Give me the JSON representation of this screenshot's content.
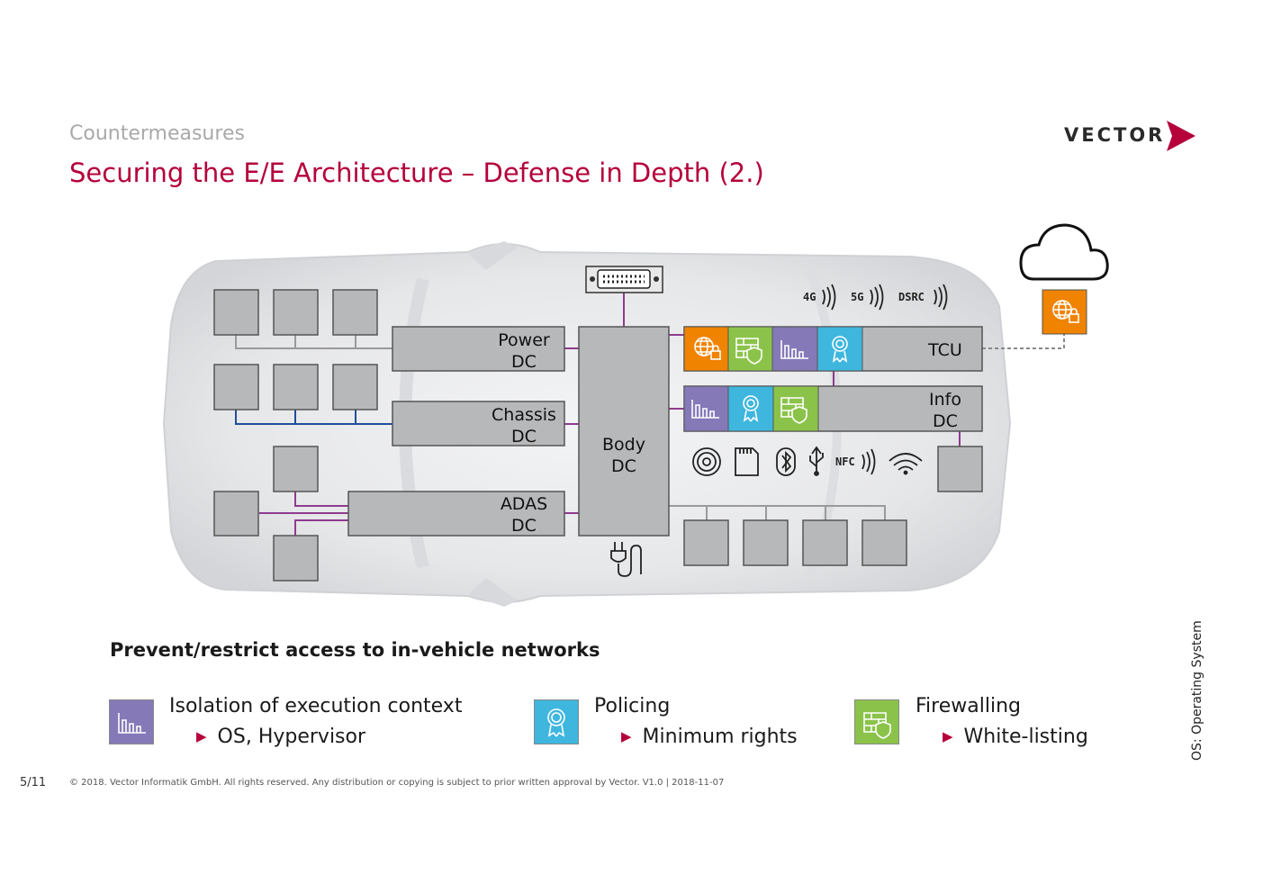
{
  "header": {
    "subtitle": "Countermeasures",
    "title": "Securing the E/E Architecture – Defense in Depth (2.)",
    "logo_text": "VECTOR"
  },
  "diagram": {
    "domain_controllers": {
      "power": [
        "Power",
        "DC"
      ],
      "chassis": [
        "Chassis",
        "DC"
      ],
      "adas": [
        "ADAS",
        "DC"
      ],
      "body": [
        "Body",
        "DC"
      ],
      "tcu": "TCU",
      "info": [
        "Info",
        "DC"
      ]
    },
    "wireless": [
      "4G",
      "5G",
      "DSRC"
    ],
    "interfaces": [
      "cd-icon",
      "sd-card-icon",
      "bluetooth-icon",
      "usb-icon",
      "NFC",
      "wifi-icon"
    ],
    "colors": {
      "isolation": "#8579b8",
      "policing": "#3fb6de",
      "firewalling": "#8bc34a",
      "internet": "#f08300",
      "ecu_fill": "#b7b8ba",
      "accent": "#b5003a",
      "bus_purple": "#8e3b8e",
      "bus_blue": "#1f4e9a"
    }
  },
  "headline": "Prevent/restrict access to in-vehicle networks",
  "legend": [
    {
      "icon": "isolation-icon",
      "title": "Isolation of execution context",
      "item": "OS, Hypervisor"
    },
    {
      "icon": "policing-icon",
      "title": "Policing",
      "item": "Minimum rights"
    },
    {
      "icon": "firewall-icon",
      "title": "Firewalling",
      "item": "White-listing"
    }
  ],
  "side_note": "OS: Operating System",
  "footer": {
    "page": "5/11",
    "copyright": "© 2018. Vector Informatik GmbH. All rights reserved. Any distribution or copying is subject to prior written approval by Vector. V1.0 | 2018-11-07"
  }
}
